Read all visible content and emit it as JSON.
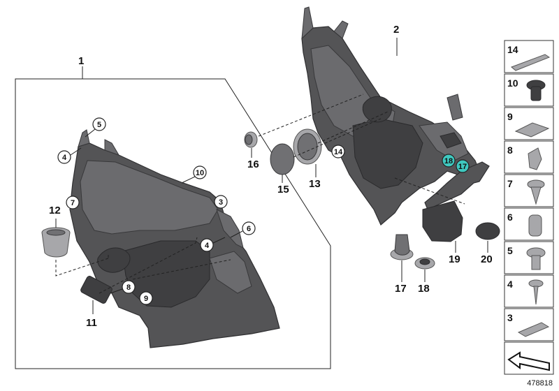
{
  "callouts_main": {
    "c1": "1",
    "c2": "2",
    "c11": "11",
    "c12": "12",
    "c13": "13",
    "c15": "15",
    "c16": "16",
    "c17": "17",
    "c18": "18",
    "c19": "19",
    "c20": "20"
  },
  "callouts_circled": {
    "a5": "5",
    "a4": "4",
    "a10": "10",
    "a3": "3",
    "a7": "7",
    "a6": "6",
    "a4b": "4",
    "a8": "8",
    "a9": "9",
    "a14": "14",
    "a18": "18",
    "a17": "17"
  },
  "sidebar": {
    "items": [
      {
        "label": "14"
      },
      {
        "label": "10"
      },
      {
        "label": "9"
      },
      {
        "label": "8"
      },
      {
        "label": "7"
      },
      {
        "label": "6"
      },
      {
        "label": "5"
      },
      {
        "label": "4"
      },
      {
        "label": "3"
      }
    ]
  },
  "diagram_ref": "478818",
  "colors": {
    "highlight": "#3fc9c0",
    "panel": "#545456",
    "line": "#222222"
  }
}
